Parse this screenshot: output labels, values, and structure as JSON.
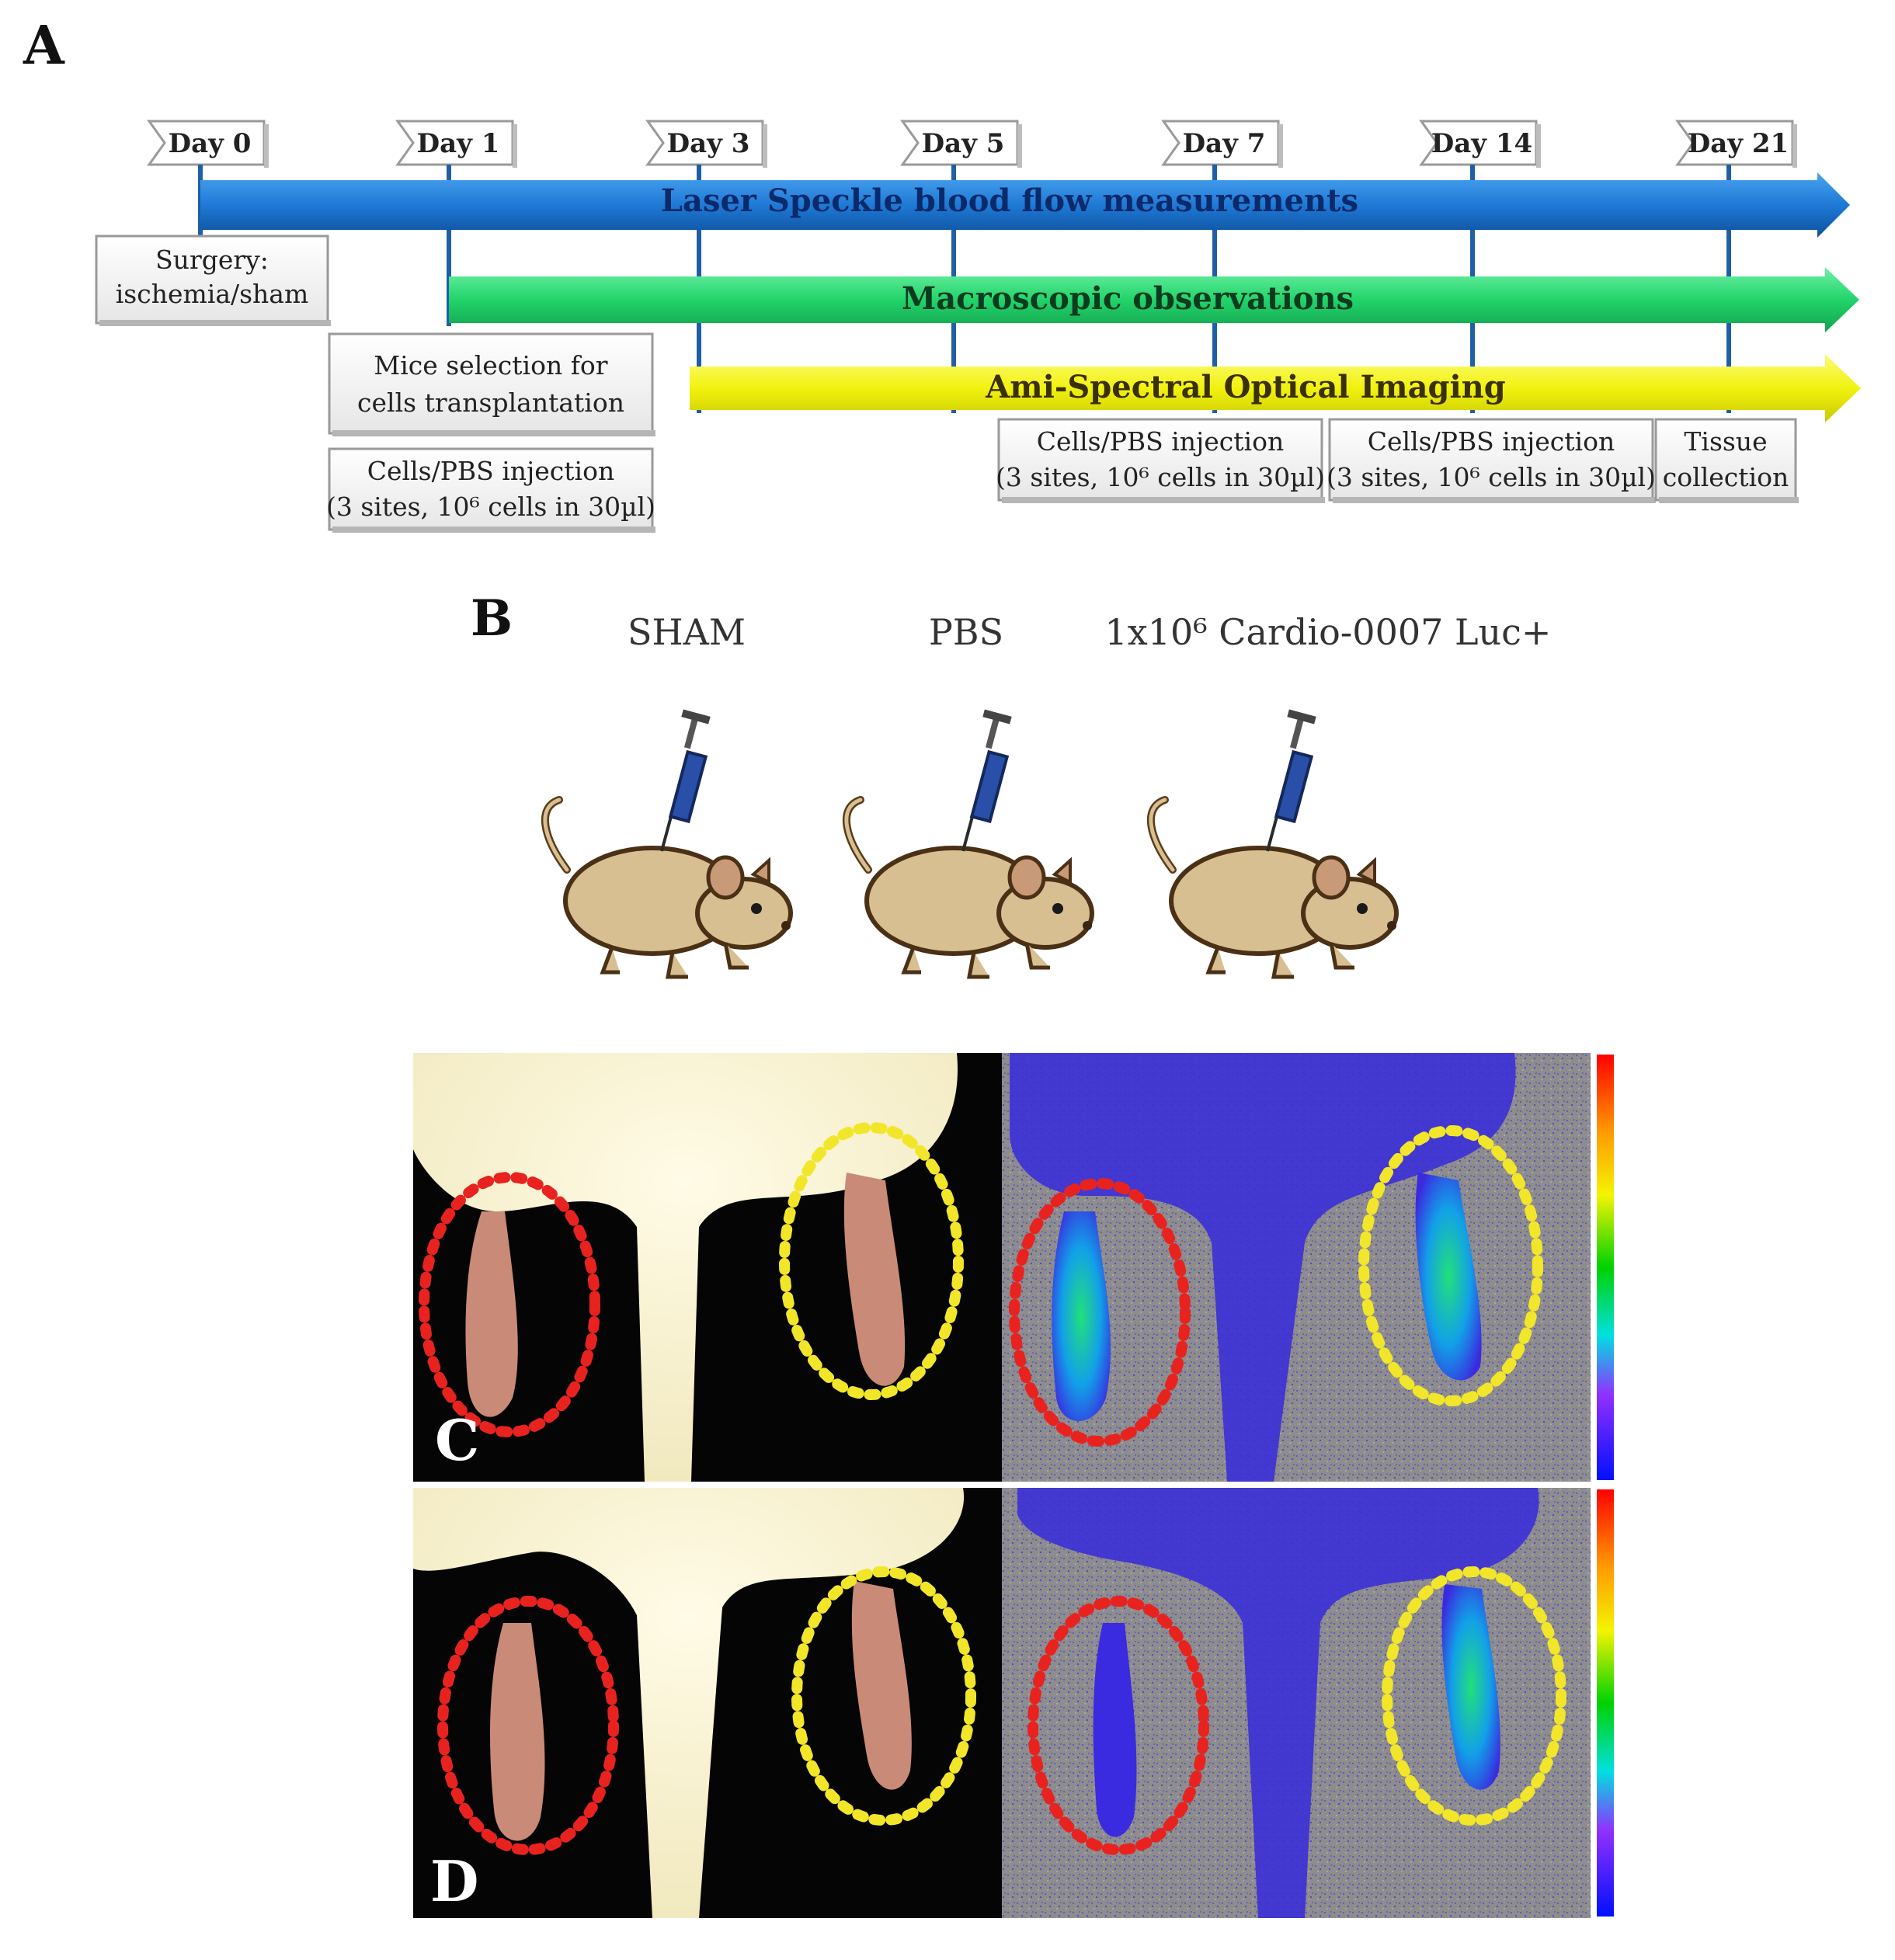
{
  "panel_a": {
    "letter": "A",
    "days": [
      "Day 0",
      "Day 1",
      "Day 3",
      "Day 5",
      "Day 7",
      "Day 14",
      "Day 21"
    ],
    "bars": {
      "laser": {
        "label": "Laser Speckle blood flow measurements",
        "color": "#1f7ad6"
      },
      "macro": {
        "label": "Macroscopic observations",
        "color": "#22d46a"
      },
      "ami": {
        "label": "Ami-Spectral Optical Imaging",
        "color": "#f2f20f"
      }
    },
    "boxes": {
      "surgery": [
        "Surgery:",
        "ischemia/sham"
      ],
      "selection": [
        "Mice selection for",
        "cells transplantation"
      ],
      "injection1": [
        "Cells/PBS  injection",
        "(3 sites, 10⁶ cells in 30µl)"
      ],
      "injection2": [
        "Cells/PBS  injection",
        "(3 sites, 10⁶ cells in 30µl)"
      ],
      "injection3": [
        "Cells/PBS  injection",
        "(3 sites, 10⁶ cells in 30µl)"
      ],
      "tissue": [
        "Tissue",
        "collection"
      ]
    }
  },
  "panel_b": {
    "letter": "B",
    "groups": [
      "SHAM",
      "PBS",
      "1x10⁶ Cardio-0007 Luc+"
    ]
  },
  "panel_c": {
    "letter": "C"
  },
  "panel_d": {
    "letter": "D"
  },
  "colors": {
    "ischemic_circle": "#e8231f",
    "control_circle": "#f2e62a",
    "syringe": "#2a4fa8",
    "mouse_body": "#d8bf92"
  }
}
